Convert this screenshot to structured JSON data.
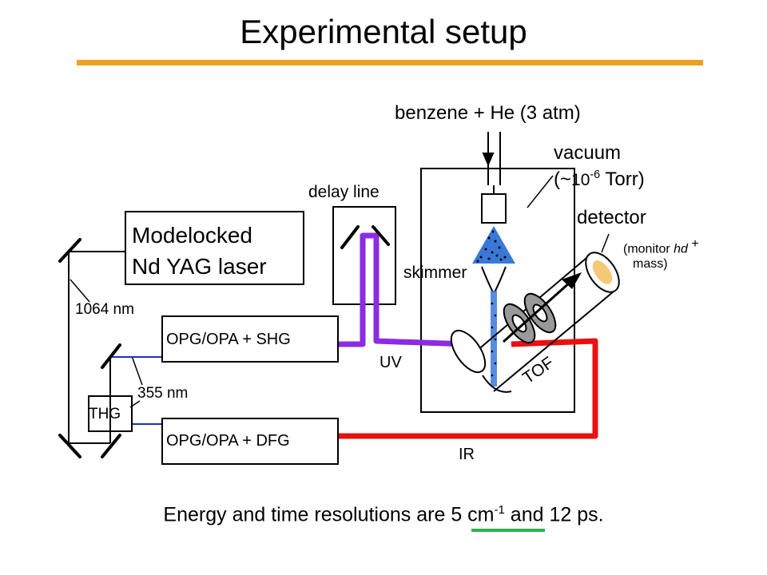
{
  "title": "Experimental setup",
  "colors": {
    "accent_rule": "#f0a020",
    "uv_beam": "#8b2be2",
    "ir_beam": "#e81010",
    "harmonic_beam": "#2030b0",
    "molecular_beam": "#3a78d8",
    "detector_core": "#f5c878",
    "highlight_underline": "#2fb24a"
  },
  "labels": {
    "sample": "benzene + He (3 atm)",
    "vacuum_line1": "vacuum",
    "vacuum_prefix": "(~",
    "vacuum_base": "10",
    "vacuum_exp": "-6",
    "vacuum_suffix": " Torr)",
    "delay_line": "delay line",
    "detector": "detector",
    "monitor_prefix": "(monitor ",
    "monitor_italic": "hd",
    "monitor_sup": "+",
    "monitor_mass": "mass)",
    "laser_line1": "Modelocked",
    "laser_line2": "Nd YAG laser",
    "skimmer": "skimmer",
    "wl_1064": "1064 nm",
    "wl_355": "355 nm",
    "opg_shg": "OPG/OPA + SHG",
    "opg_dfg": "OPG/OPA + DFG",
    "thg": "THG",
    "uv": "UV",
    "ir": "IR",
    "tof": "TOF"
  },
  "footer": {
    "prefix": "Energy and time resolutions are ",
    "value": "5 cm",
    "exp": "-1",
    "suffix": " and 12 ps."
  },
  "icons": [
    "mirror-icon",
    "nozzle-icon",
    "skimmer-icon",
    "ion-optics-icon",
    "detector-icon"
  ]
}
